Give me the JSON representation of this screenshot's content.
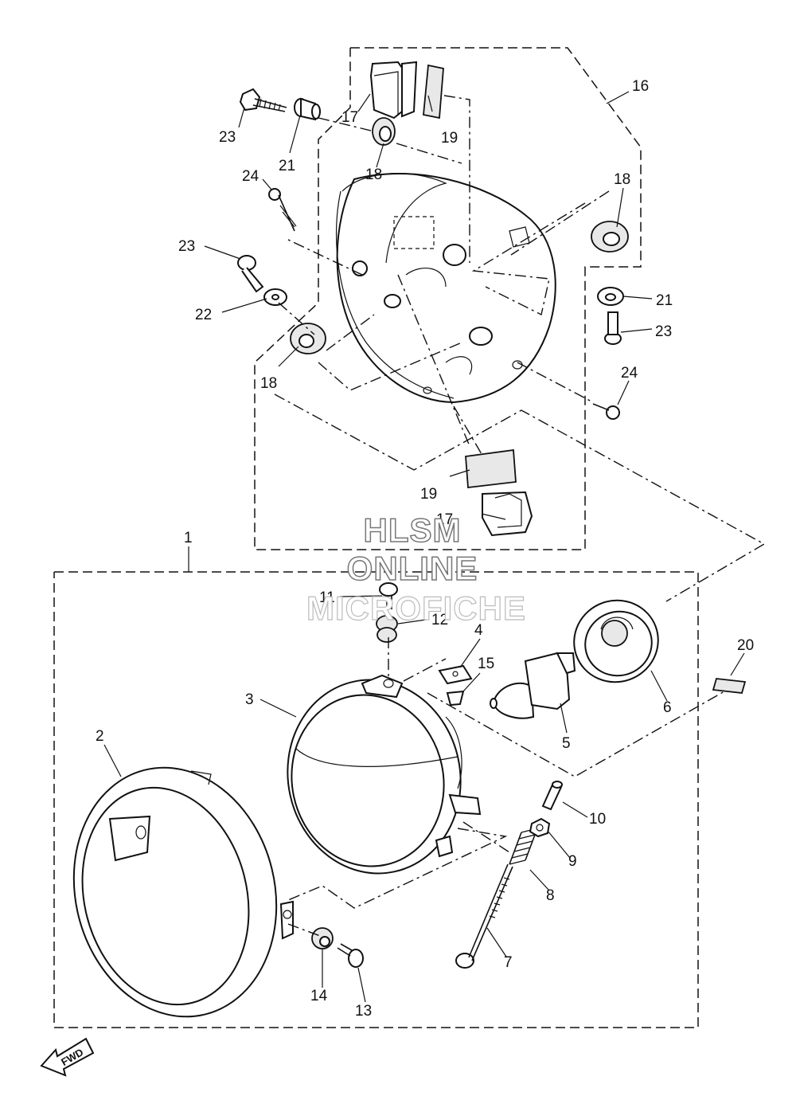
{
  "callouts": {
    "c1": "1",
    "c2": "2",
    "c3": "3",
    "c4": "4",
    "c5": "5",
    "c6": "6",
    "c7": "7",
    "c8": "8",
    "c9": "9",
    "c10": "10",
    "c11": "11",
    "c12": "12",
    "c13": "13",
    "c14": "14",
    "c15": "15",
    "c16": "16",
    "c17a": "17",
    "c17b": "17",
    "c18a": "18",
    "c18b": "18",
    "c18c": "18",
    "c19a": "19",
    "c19b": "19",
    "c20": "20",
    "c21a": "21",
    "c21b": "21",
    "c22": "22",
    "c23a": "23",
    "c23b": "23",
    "c23c": "23",
    "c24a": "24",
    "c24b": "24"
  },
  "watermark": {
    "line1": "HLSM",
    "line2": "ONLINE",
    "line3": "MICROFICHE"
  },
  "fwd_label": "FWD"
}
